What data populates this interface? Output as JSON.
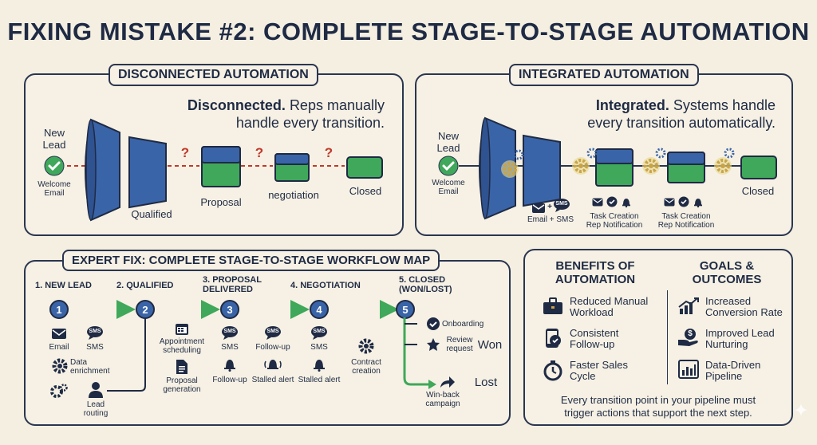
{
  "title": "FIXING MISTAKE #2: COMPLETE STAGE-TO-STAGE AUTOMATION",
  "colors": {
    "navy": "#1f2a44",
    "blue": "#3a64a8",
    "green": "#3fa85a",
    "red": "#c0392b",
    "gold": "#c9a447",
    "cream": "#f4efe1"
  },
  "disconnected": {
    "label": "DISCONNECTED AUTOMATION",
    "heading_bold": "Disconnected.",
    "heading_rest1": "Reps manually",
    "heading_rest2": "handle every transition.",
    "new_lead": "New\nLead",
    "welcome_email": "Welcome\nEmail",
    "qualified": "Qualified",
    "proposal": "Proposal",
    "negotiation": "negotiation",
    "closed": "Closed",
    "gap_marks": [
      "?",
      "?",
      "?"
    ]
  },
  "integrated": {
    "label": "INTEGRATED AUTOMATION",
    "heading_bold": "Integrated.",
    "heading_rest1": "Systems handle",
    "heading_rest2": "every transition automatically.",
    "new_lead": "New\nLead",
    "welcome_email": "Welcome\nEmail",
    "email_sms": "Email + SMS",
    "sms_badge": "SMS",
    "task_creation_1": "Task Creation\nRep Notification",
    "task_creation_2": "Task Creation\nRep Notification",
    "closed": "Closed"
  },
  "workflow": {
    "label": "EXPERT FIX: COMPLETE STAGE-TO-STAGE WORKFLOW MAP",
    "stages": [
      {
        "num": "1",
        "title": "1. NEW LEAD"
      },
      {
        "num": "2",
        "title": "2. QUALIFIED"
      },
      {
        "num": "3",
        "title": "3. PROPOSAL\nDELIVERED"
      },
      {
        "num": "4",
        "title": "4. NEGOTIATION"
      },
      {
        "num": "5",
        "title": "5. CLOSED\n(WON/LOST)"
      }
    ],
    "s1": {
      "email": "Email",
      "sms": "SMS",
      "sms_badge": "SMS",
      "data_enrichment": "Data\nenrichment",
      "lead_routing": "Lead\nrouting"
    },
    "s2": {
      "appointment": "Appointment\nscheduling",
      "proposal_gen": "Proposal\ngeneration"
    },
    "s3": {
      "sms": "SMS",
      "sms_badge": "SMS",
      "followup_badge": "SMS",
      "followup": "Follow-up",
      "followup2": "Follow-up",
      "stalled": "Stalled alert"
    },
    "s4": {
      "sms": "SMS",
      "sms_badge": "SMS",
      "stalled": "Stalled alert",
      "contract": "Contract\ncreation"
    },
    "s5": {
      "onboarding": "Onboarding",
      "review": "Review\nrequest",
      "won": "Won",
      "lost": "Lost",
      "winback": "Win-back\ncampaign"
    }
  },
  "benefits": {
    "header": "BENEFITS OF\nAUTOMATION",
    "items": [
      "Reduced Manual\nWorkload",
      "Consistent\nFollow-up",
      "Faster Sales\nCycle"
    ]
  },
  "goals": {
    "header": "GOALS &\nOUTCOMES",
    "items": [
      "Increased\nConversion Rate",
      "Improved Lead\nNurturing",
      "Data-Driven\nPipeline"
    ],
    "dollar": "$"
  },
  "footer": "Every transition point in your pipeline must\ntrigger actions that support the next step."
}
